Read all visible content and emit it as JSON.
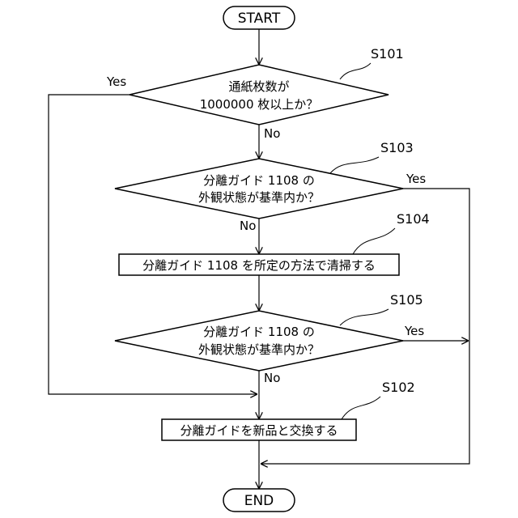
{
  "terminals": {
    "start": "START",
    "end": "END"
  },
  "decisions": {
    "s101": {
      "step": "S101",
      "line1": "通紙枚数が",
      "line2": "1000000 枚以上か？"
    },
    "s103": {
      "step": "S103",
      "line1": "分離ガイド 1108 の",
      "line2": "外観状態が基準内か？"
    },
    "s105": {
      "step": "S105",
      "line1": "分離ガイド 1108 の",
      "line2": "外観状態が基準内か？"
    }
  },
  "processes": {
    "s104": {
      "step": "S104",
      "text": "分離ガイド 1108 を所定の方法で清掃する"
    },
    "s102": {
      "step": "S102",
      "text": "分離ガイドを新品と交換する"
    }
  },
  "edge_labels": {
    "yes": "Yes",
    "no": "No"
  }
}
